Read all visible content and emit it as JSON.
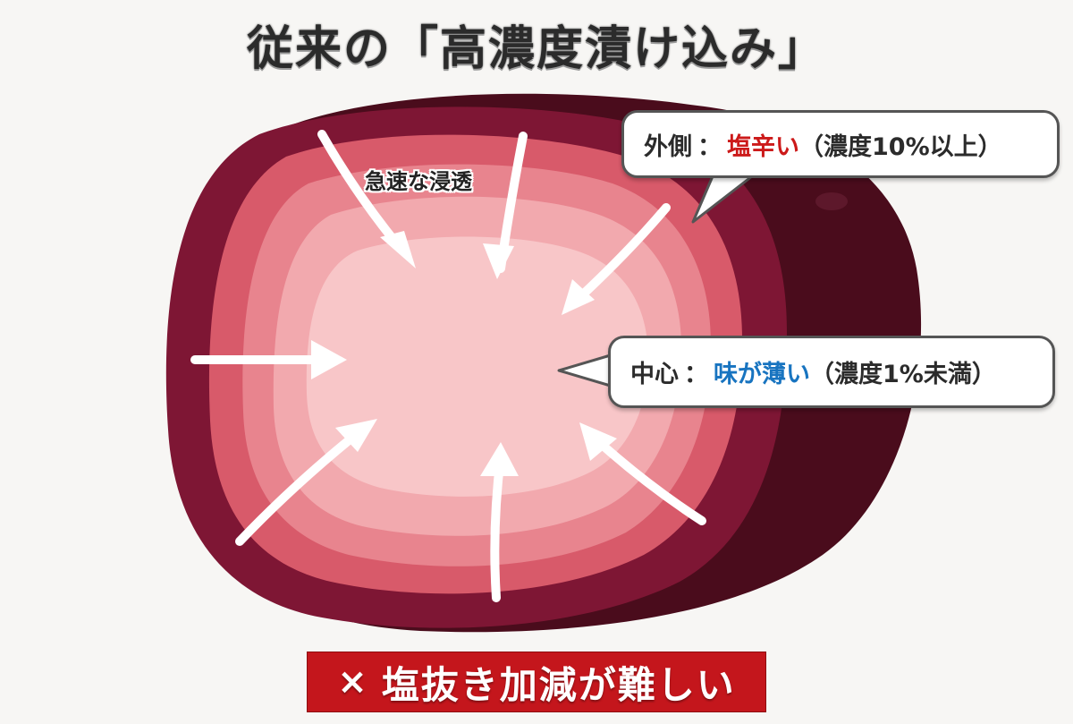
{
  "title": "従来の「高濃度漬け込み」",
  "inner_label": "急速な浸透",
  "callouts": {
    "outer": {
      "prefix": "外側",
      "separator": "：",
      "highlight": "塩辛い",
      "suffix": "（濃度10%以上）",
      "highlight_color": "#cc1a1a"
    },
    "center": {
      "prefix": "中心",
      "separator": "：",
      "highlight": "味が薄い",
      "suffix": "（濃度1%未満）",
      "highlight_color": "#1874c0"
    }
  },
  "banner": {
    "icon": "×",
    "text": "塩抜き加減が難しい",
    "color": "#c4161c"
  },
  "colors": {
    "skin_dark": "#4a0c1c",
    "skin": "#7e1634",
    "layer1": "#d85a6a",
    "layer2": "#e8848e",
    "layer3": "#f2a9ae",
    "core": "#f8c6c8",
    "arrow": "#ffffff"
  }
}
